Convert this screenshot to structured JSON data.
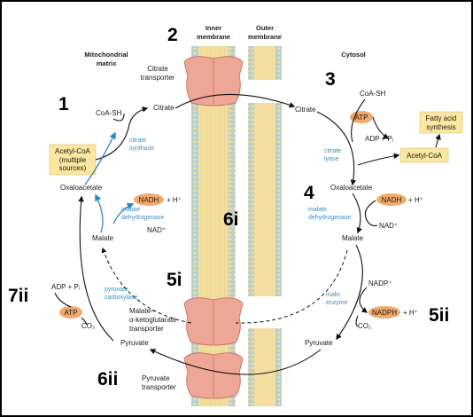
{
  "headers": {
    "inner_membrane": [
      "Inner",
      "membrane"
    ],
    "outer_membrane": [
      "Outer",
      "membrane"
    ],
    "matrix": [
      "Mitochondrial",
      "matrix"
    ],
    "cytosol": "Cytosol"
  },
  "step_numbers": {
    "n1": "1",
    "n2": "2",
    "n3": "3",
    "n4": "4",
    "n5i": "5i",
    "n5ii": "5ii",
    "n6i": "6i",
    "n6ii": "6ii",
    "n7ii": "7ii"
  },
  "matrix_side": {
    "citrate_transporter": [
      "Citrate",
      "transporter"
    ],
    "coa_sh": "CoA-SH",
    "citrate": "Citrate",
    "acetyl_coa_box": [
      "Acetyl-CoA",
      "(multiple",
      "sources)"
    ],
    "citrate_synthase": [
      "citrate",
      "synthase"
    ],
    "oxaloacetate": "Oxaloacetate",
    "nadh": "NADH",
    "h_plus": "+ H⁺",
    "malate_dh": [
      "malate",
      "dehydrogenase"
    ],
    "nad_plus": "NAD⁺",
    "malate": "Malate",
    "adp_pi": "ADP + Pᵢ",
    "pyruvate_carboxylase": [
      "pyruvate",
      "carboxylase"
    ],
    "atp": "ATP",
    "co2": "CO₂",
    "pyruvate": "Pyruvate",
    "malate_akg_transporter": [
      "Malate–",
      "α-ketoglutarate",
      "transporter"
    ],
    "pyruvate_transporter": [
      "Pyruvate",
      "transporter"
    ]
  },
  "cytosol_side": {
    "citrate": "Citrate",
    "coa_sh": "CoA-SH",
    "atp": "ATP",
    "adp_pi": "ADP + Pᵢ",
    "citrate_lyase": [
      "citrate",
      "lyase"
    ],
    "fatty_acid_box": [
      "Fatty acid",
      "synthesis"
    ],
    "acetyl_coa_box": "Acetyl-CoA",
    "oxaloacetate": "Oxaloacetate",
    "nadh": "NADH",
    "h_plus": "+ H⁺",
    "malate_dh": [
      "malate",
      "dehydrogenase"
    ],
    "nad_plus": "NAD⁺",
    "malate": "Malate",
    "nadp_plus": "NADP⁺",
    "malic_enzyme": [
      "malic",
      "enzyme"
    ],
    "nadph": "NADPH",
    "h_plus_2": "+ H⁺",
    "co2": "CO₂",
    "pyruvate": "Pyruvate"
  },
  "colors": {
    "membrane_fill": "#f4dfa0",
    "membrane_bead": "#a9d3ec",
    "transporter": "#eea796",
    "yellow_box": "#fbe7a0",
    "cofactor_oval": "#f2a96c",
    "enzyme_text": "#3a8fc4",
    "arrow_blue": "#2f86c6"
  }
}
